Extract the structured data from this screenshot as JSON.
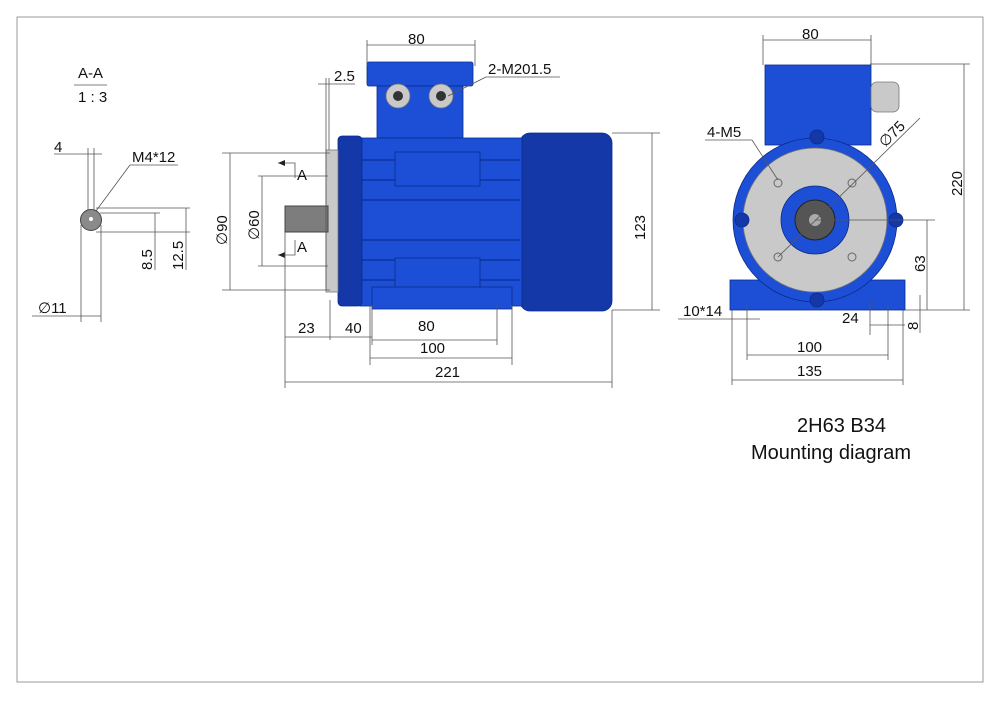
{
  "section": {
    "title": "A-A",
    "scale": "1 : 3",
    "key_width": "4",
    "thread": "M4*12",
    "shaft_diameter": "11",
    "dim_8_5": "8.5",
    "dim_12_5": "12.5"
  },
  "side_view": {
    "box_width": "80",
    "cable_gland": "2-M201.5",
    "flange_thickness": "2.5",
    "flange_diameter": "90",
    "spigot_diameter": "60",
    "section_mark": "A",
    "height": "123",
    "shaft_length": "23",
    "dim_40": "40",
    "foot_80": "80",
    "foot_100": "100",
    "overall_length": "221",
    "diameter_symbol": "∅"
  },
  "front_view": {
    "box_width": "80",
    "holes": "4-M5",
    "pcd": "75",
    "overall_height": "220",
    "shaft_height": "63",
    "slot": "10*14",
    "foot_thickness": "8",
    "foot_width": "24",
    "foot_spacing": "100",
    "base_width": "135"
  },
  "caption": {
    "model": "2H63 B34",
    "subtitle": "Mounting diagram"
  }
}
